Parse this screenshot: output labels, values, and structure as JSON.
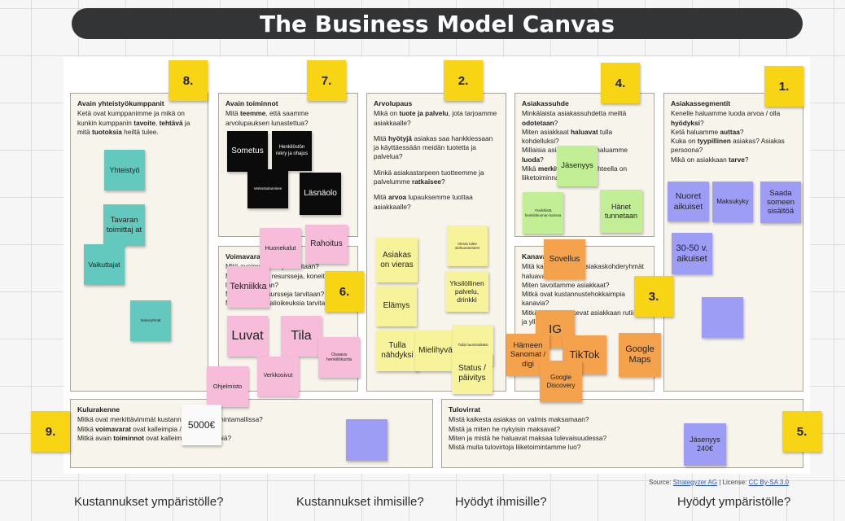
{
  "title": "The Business Model Canvas",
  "blocks": {
    "partners": {
      "heading": "Avain yhteistyökumppanit",
      "p1": {
        "a": "Ketä ovat kumppanimme ja mikä on kunkin kumppanin ",
        "b": "tavoite",
        "c": ", ",
        "d": "tehtävä",
        "e": " ja  mitä ",
        "f": "tuotoksia",
        "g": " heiltä tulee."
      }
    },
    "activities": {
      "heading": "Avain toiminnot",
      "p1": {
        "a": "Mitä ",
        "b": "teemme",
        "c": ", että saamme arvolupauksen lunastettua?"
      }
    },
    "resources": {
      "heading": "Voimavarat",
      "lines": [
        "Mitä avainresursseja tarvitaan?",
        "Mitä aineellisia resursseja, koneita, laitteita tarvitaan?",
        "Mitä henkilöresursseja tarvitaan?",
        "Mitä immateriaalioikeuksia tarvitaan?"
      ]
    },
    "value": {
      "heading": "Arvolupaus",
      "p1": {
        "a": "Mikä on ",
        "b": "tuote ja palvelu",
        "c": ", jota tarjoamme asiakkaalle?"
      },
      "p2": {
        "a": "Mitä ",
        "b": "hyötyjä",
        "c": " asiakas saa hankkiessaan ja käyttäessään meidän tuotetta ja palvelua?"
      },
      "p3": {
        "a": "Minkä asiakastarpeen tuotteemme ja palvelumme ",
        "b": "ratkaisee",
        "c": "?"
      },
      "p4": {
        "a": "Mitä ",
        "b": "arvoa",
        "c": " lupauksemme tuottaa asiakkaalle?"
      }
    },
    "relations": {
      "heading": "Asiakassuhde",
      "p1": {
        "a": "Minkälaista asiakassuhdetta meiltä ",
        "b": "odotetaan",
        "c": "?"
      },
      "p2": {
        "a": "Miten asiakkaat ",
        "b": "haluavat",
        "c": " tulla kohdelluksi?"
      },
      "p3": {
        "a": "Millaisia asiakassuhteita haluamme ",
        "b": "luoda",
        "c": "?"
      },
      "p4": {
        "a": "Mikä ",
        "b": "merkitys",
        "c": " asiakassuhteella on liiketoiminnalle?"
      }
    },
    "channels": {
      "heading": "Kanavat",
      "lines": [
        "Mitä kanavia kautta asiakaskohderyhmät haluavat tavoittaa?",
        "Miten tavoitamme asiakkaat?",
        "Mitkä ovat kustannustehokkaimpia kanavia?",
        "Mitkä kanavat kukevat asiakkaan rutiineja ja ylläpitoa ja"
      ]
    },
    "segments": {
      "heading": "Asiakassegmentit",
      "p1": {
        "a": "Kenelle haluamme luoda arvoa / olla ",
        "b": "hyödyksi",
        "c": "?"
      },
      "p2": {
        "a": "Ketä haluamme ",
        "b": "auttaa",
        "c": "?"
      },
      "p3": {
        "a": "Kuka on ",
        "b": "tyypillinen",
        "c": " asiakas? Asiakas persoona?"
      },
      "p4": {
        "a": "Mikä on asiakkaan ",
        "b": "tarve",
        "c": "?"
      }
    },
    "costs": {
      "heading": "Kulurakenne",
      "l1": {
        "a": "Mitkä ovat merkittävimmät kust",
        "b": "annukset liiketoimintamallissa?"
      },
      "l2": {
        "a": "Mitkä ",
        "b": "voimavarat",
        "c": " ovat kalleimpi",
        "d": "a / tärkeimpiä?"
      },
      "l3": {
        "a": "Mitkä avain ",
        "b": "toiminnot",
        "c": " ovat kall",
        "d": "eimpia / tärkeimpiä?"
      }
    },
    "revenue": {
      "heading": "Tulovirrat",
      "lines": [
        "Mistä kaikesta asiakas on valmis maksamaan?",
        "Mistä ja miten he nykyisin maksavat?",
        "Miten ja mistä he haluavat maksaa tulevaisuudessa?",
        "Mistä muita tulovirtoja liiketoimintamme luo?"
      ]
    }
  },
  "numbers": {
    "n1": "1.",
    "n2": "2.",
    "n3": "3.",
    "n4": "4.",
    "n5": "5.",
    "n6": "6.",
    "n7": "7.",
    "n8": "8.",
    "n9": "9."
  },
  "notes": {
    "yhteistyo": "Yhteistyö",
    "tavaran": "Tavaran toimittaj at",
    "vaikuttajat": "Vaikuttajat",
    "sidosryhmat": "Sidosryhmät",
    "sometus": "Sometus",
    "henkilosto": "Henkilöstön rekry ja ohajus",
    "verkostoituminen": "Verkostoituminen",
    "lasnaolo": "Läsnäolo",
    "huonekalut": "Huonekalut",
    "rahoitus": "Rahoitus",
    "teknika": "Tekniikka",
    "luvat": "Luvat",
    "tila": "Tila",
    "osaava": "Osaava henkilökunta",
    "ohjelmisto": "Ohjelmisto",
    "verkkosivut": "Verkkosivut",
    "asiakas_on_vieras": "Asiakas on vieras",
    "vieras_tulee": "Vieras tulee olohuoneeseen",
    "elamys": "Elämys",
    "yksilollinen": "Yksilöllinen palvelu, drinkki",
    "tulla_nahdyksi": "Tulla nähdyksi",
    "mielihyva": "Mielihyvä",
    "tulla_huomioiduksi": "Tulla huomioiduksi",
    "status": "Status / päivitys",
    "jasenyys_green": "Jäsenyys",
    "yksilollinen_green": "Yksilöllistä henkilökunnan kanssa",
    "hanet": "Hänet tunnetaan",
    "sovellus": "Sovellus",
    "ig": "IG",
    "hameen": "Hämeen Sanomat / digi",
    "tiktok": "TikTok",
    "google_maps": "Google Maps",
    "google_discovery": "Google Discovery",
    "nuoret": "Nuoret aikuiset",
    "maksukyky": "Maksukyky",
    "saada_someen": "Saada someen sisältöä",
    "aikuiset_30_50": "30-50 v. aikuiset",
    "price_5000": "5000€",
    "jasenyys_240": "Jäsenyys 240€"
  },
  "source": {
    "prefix": "Source: ",
    "link1": "Strategyzer AG",
    "mid": " | License: ",
    "link2": "CC By-SA 3.0"
  },
  "questions": {
    "q1": "Kustannukset ympäristölle?",
    "q2": "Kustannukset ihmisille?",
    "q3": "Hyödyt ihmisille?",
    "q4": "Hyödyt ympäristölle?"
  },
  "colors": {
    "title_bar": "#333436",
    "sticky_number": "#f7d414",
    "teal": "#63c9be",
    "pink": "#f6bcd9",
    "yellow": "#f7f39a",
    "light_green": "#c2ee96",
    "orange": "#f5a24d",
    "purple": "#9d9df5",
    "black": "#0b0b0b"
  }
}
